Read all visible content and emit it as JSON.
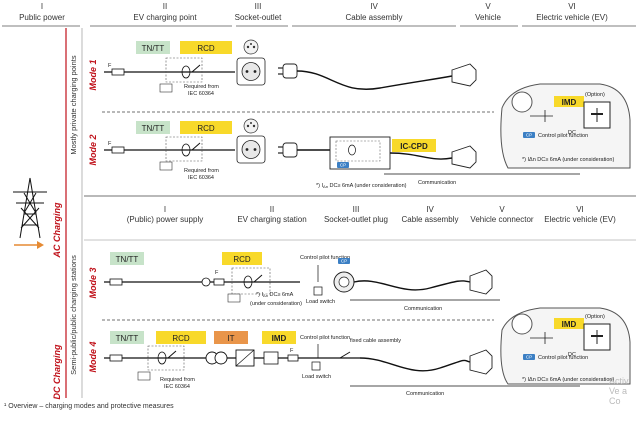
{
  "top_headers": [
    {
      "num": "I",
      "label": "Public power"
    },
    {
      "num": "II",
      "label": "EV charging point"
    },
    {
      "num": "III",
      "label": "Socket-outlet"
    },
    {
      "num": "IV",
      "label": "Cable assembly"
    },
    {
      "num": "V",
      "label": "Vehicle"
    },
    {
      "num": "VI",
      "label": "Electric vehicle (EV)"
    }
  ],
  "mid_headers": [
    {
      "num": "I",
      "label": "(Public) power supply"
    },
    {
      "num": "II",
      "label": "EV charging station"
    },
    {
      "num": "III",
      "label": "Socket-outlet plug"
    },
    {
      "num": "IV",
      "label": "Cable assembly"
    },
    {
      "num": "V",
      "label": "Vehicle connector"
    },
    {
      "num": "VI",
      "label": "Electric vehicle (EV)"
    }
  ],
  "side": {
    "ac_charging": "AC Charging",
    "dc_charging": "DC Charging",
    "private_points": "Mostly private charging points",
    "public_stations": "Semi-public/public charging stations"
  },
  "modes": [
    "Mode 1",
    "Mode 2",
    "Mode 3",
    "Mode 4"
  ],
  "labels": {
    "tn_tt": "TN/TT",
    "rcd": "RCD",
    "it": "IT",
    "imd": "IMD",
    "ic_cpd": "IC-CPD",
    "cp": "CP",
    "f": "F",
    "required_from": "Required from",
    "iec": "IEC 60364",
    "communication": "Communication",
    "control_pilot": "Control pilot function",
    "load_switch": "Load switch",
    "fixed_cable": "fixed cable assembly",
    "dc_6ma_text": "DC≥ 6mA",
    "under_consideration": "(under consideration)",
    "option": "(Option)",
    "dc": "DC",
    "cp_function": "Control pilot function",
    "footnote_ev": "*) IΔn DC≥ 6mA (under consideration)"
  },
  "caption": "Overview – charging modes and protective measures",
  "watermark": [
    "Activ",
    "Ve a Co"
  ],
  "colors": {
    "red": "#c0121b",
    "green_box": "#c7e3c9",
    "yellow_box": "#f8d92a",
    "orange_box": "#e9954a",
    "cp_blue": "#3b7fc4",
    "orange_arrow": "#e58a33"
  }
}
